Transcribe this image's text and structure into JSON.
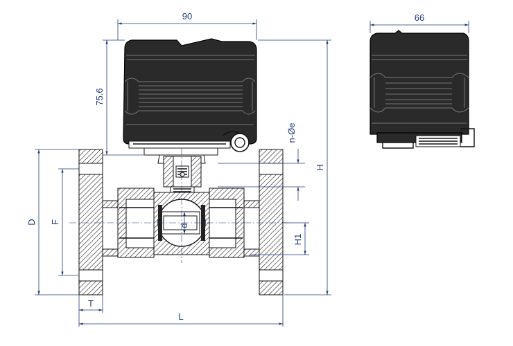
{
  "dimensions": {
    "actuator_width": "90",
    "actuator_depth": "66",
    "actuator_height": "75.6",
    "bolt_holes": "n-Øe",
    "total_height": "H",
    "flange_diameter": "D",
    "bolt_circle": "F",
    "bore": "d",
    "axis_height": "H1",
    "flange_thickness": "T",
    "length": "L"
  },
  "colors": {
    "dimension": "#1f3a7a",
    "actuator": "#2a2a2a",
    "outline": "#111111"
  }
}
